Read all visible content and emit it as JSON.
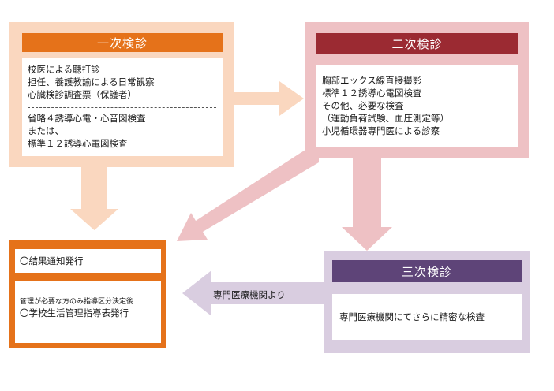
{
  "stage1": {
    "title": "一次検診",
    "lines_a": [
      "校医による聴打診",
      "担任、養護教諭による日常観察",
      "心臓検診調査票（保護者）"
    ],
    "lines_b": [
      "省略４誘導心電・心音図検査",
      "または、",
      "標準１２誘導心電図検査"
    ]
  },
  "stage2": {
    "title": "二次検診",
    "lines": [
      "胸部エックス線直接撮影",
      "標準１２誘導心電図検査",
      "その他、必要な検査",
      "（運動負荷試験、血圧測定等）",
      "小児循環器専門医による診察"
    ]
  },
  "stage3": {
    "title": "三次検診",
    "body": "専門医療機関にてさらに精密な検査"
  },
  "result": {
    "notice": "〇結果通知発行",
    "note_small": "管理が必要な方のみ指導区分決定後",
    "issue": "〇学校生活管理指導表発行"
  },
  "arrow_label": "専門医療機関より",
  "colors": {
    "orange": "#e5721a",
    "orange_light": "#fad7bf",
    "red": "#9b2a32",
    "pink_light": "#eec1c4",
    "purple": "#5e4478",
    "purple_light": "#d9cde0"
  }
}
